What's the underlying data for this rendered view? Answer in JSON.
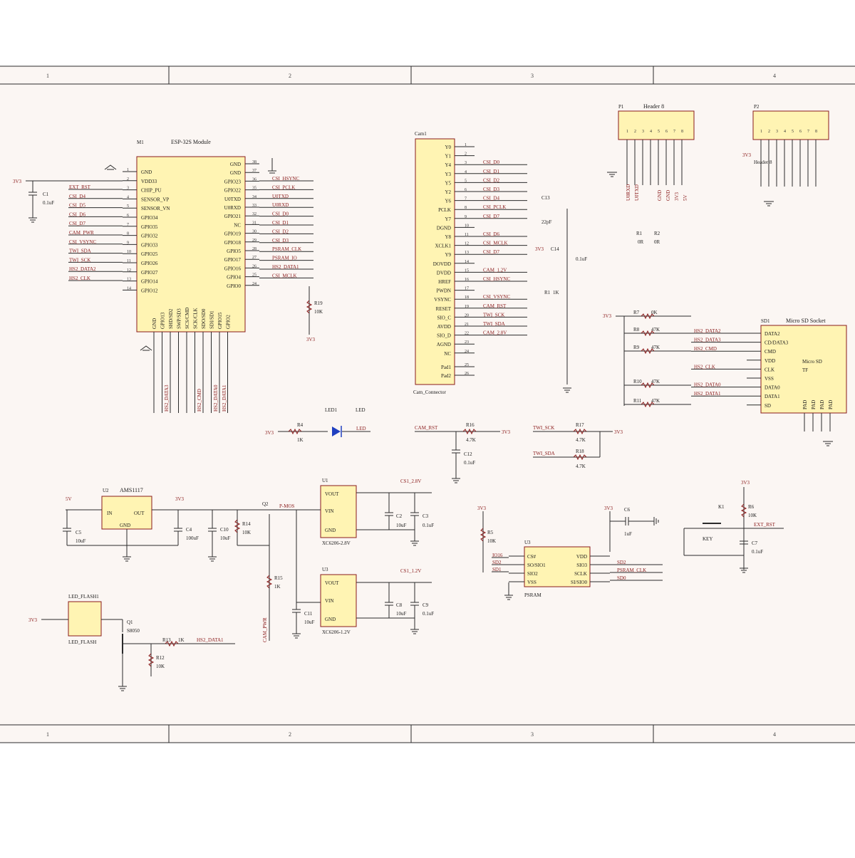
{
  "frame": {
    "columns": [
      "1",
      "2",
      "3",
      "4"
    ]
  },
  "colors": {
    "paper": "#fbf6f3",
    "ic_fill": "#fff4b3",
    "ic_border": "#8a1b1b",
    "wire": "#2b2b2b",
    "net_label": "#8a1b1b",
    "led": "#2040c0"
  },
  "esp32": {
    "ref": "M1",
    "title": "ESP-32S Module",
    "left_pins": [
      "GND",
      "VDD33",
      "CHIP_PU",
      "SENSOR_VP",
      "SENSOR_VN",
      "GPIO34",
      "GPIO35",
      "GPIO32",
      "GPIO33",
      "GPIO25",
      "GPIO26",
      "GPIO27",
      "GPIO14",
      "GPIO12"
    ],
    "left_nets": [
      "EXT_RST",
      "CSI_D4",
      "CSI_D5",
      "CSI_D6",
      "CSI_D7",
      "CAM_PWR",
      "CSI_VSYNC",
      "TWI_SDA",
      "TWI_SCK",
      "HS2_DATA2",
      "HS2_CLK"
    ],
    "right_pins": [
      "GND",
      "GND",
      "GPIO23",
      "GPIO22",
      "U0TXD",
      "U0RXD",
      "GPIO21",
      "NC",
      "GPIO19",
      "GPIO18",
      "GPIO5",
      "GPIO17",
      "GPIO16",
      "GPIO4",
      "GPIO0"
    ],
    "right_nets": [
      "CSI_HSYNC",
      "CSI_PCLK",
      "U0TXD",
      "U0RXD",
      "CSI_D0",
      "CSI_D1",
      "CSI_D2",
      "CSI_D3",
      "PSRAM_CLK",
      "PSRAM_IO",
      "HS2_DATA1",
      "CSI_MCLK"
    ],
    "bottom_pins": [
      "GND",
      "GPIO13",
      "SHD/SD2",
      "SWP/SD3",
      "SCS/CMD",
      "SCK/CLK",
      "SDO/SD0",
      "SDI/SD1",
      "GPIO15",
      "GPIO2"
    ],
    "bottom_nets": [
      "HS2_DATA3",
      "HS2_CMD",
      "HS2_DATA0",
      "HS2_DATA1"
    ],
    "cap_ref": "C1",
    "cap_val": "0.1uF",
    "supply": "3V3",
    "pullup_ref": "R19",
    "pullup_val": "10K"
  },
  "camera": {
    "ref": "Cam1",
    "footer": "Cam_Connector",
    "pins": [
      "Y0",
      "Y1",
      "Y4",
      "Y3",
      "Y5",
      "Y2",
      "Y6",
      "PCLK",
      "Y7",
      "DGND",
      "Y8",
      "XCLK1",
      "Y9",
      "DOVDD",
      "DVDD",
      "HREF",
      "PWDN",
      "VSYNC",
      "RESET",
      "SIO_C",
      "AVDD",
      "SIO_D",
      "AGND",
      "NC",
      "Pad1",
      "Pad2"
    ],
    "nets": [
      "CSI_D0",
      "CSI_D1",
      "CSI_D2",
      "CSI_D3",
      "CSI_D4",
      "CSI_PCLK",
      "CSI_D7",
      "CSI_D6",
      "CSI_MCLK",
      "CSI_D7",
      "CAM_1.2V",
      "CSI_HSYNC",
      "CSI_VSYNC",
      "CAM_RST",
      "TWI_SCK",
      "TWI_SDA",
      "CAM_2.8V"
    ],
    "c13": "C13",
    "c13_val": "22pF",
    "c14": "C14",
    "c14_val": "0.1uF",
    "r1_ref": "R1",
    "r1_val": "1K"
  },
  "header_p1": {
    "ref": "P1",
    "title": "Header 8",
    "r1": "R1",
    "r1_val": "0R",
    "r2": "R2",
    "r2_val": "0R",
    "nets": [
      "U0RXD",
      "U0TXD",
      "GND",
      "GND",
      "3V3",
      "5V"
    ]
  },
  "header_p2": {
    "ref": "P2",
    "supply": "3V3",
    "title": "Header 8"
  },
  "sd": {
    "ref": "SD1",
    "title": "Micro SD Socket",
    "pins": [
      "DATA2",
      "CD/DATA3",
      "CMD",
      "VDD",
      "CLK",
      "VSS",
      "DATA0",
      "DATA1",
      "SD"
    ],
    "side": [
      "Micro SD",
      "TF"
    ],
    "pads": [
      "PAD",
      "PAD",
      "PAD",
      "PAD"
    ],
    "nets": [
      "HS2_DATA2",
      "HS2_DATA3",
      "HS2_CMD",
      "HS2_CLK",
      "HS2_DATA0",
      "HS2_DATA1"
    ],
    "resistors": [
      {
        "ref": "R7",
        "val": "0K"
      },
      {
        "ref": "R8",
        "val": "47K"
      },
      {
        "ref": "R9",
        "val": "47K"
      },
      {
        "ref": "R10",
        "val": "47K"
      },
      {
        "ref": "R11",
        "val": "47K"
      }
    ],
    "supply": "3V3"
  },
  "led_section": {
    "supply": "3V3",
    "r_ref": "R4",
    "r_val": "1K",
    "led_ref": "LED1",
    "led_label": "LED",
    "net": "LED"
  },
  "cam_rst": {
    "net": "CAM_RST",
    "r_ref": "R16",
    "r_val": "4.7K",
    "c_ref": "C12",
    "c_val": "0.1uF",
    "supply": "3V3"
  },
  "twi": {
    "scl": "TWI_SCK",
    "sda": "TWI_SDA",
    "r17": "R17",
    "r17_val": "4.7K",
    "r18": "R18",
    "r18_val": "4.7K",
    "supply": "3V3"
  },
  "power": {
    "u2_ref": "U2",
    "u2_title": "AMS1117",
    "pin_in": "IN",
    "pin_out": "OUT",
    "pin_gnd": "GND",
    "in_supply": "5V",
    "out_supply": "3V3",
    "c5": "C5",
    "c5_val": "10uF",
    "c4": "C4",
    "c4_val": "100uF",
    "c10": "C10",
    "c10_val": "10uF",
    "q2": "Q2",
    "r14": "R14",
    "r14_val": "10K",
    "r15": "R15",
    "r15_val": "1K",
    "mosfet": "P-MOS",
    "cam_pwr": "CAM_PWR"
  },
  "ldo_top": {
    "ref": "U1",
    "pins": [
      "VOUT",
      "VIN",
      "GND"
    ],
    "part": "XC6206-2.8V",
    "out_net": "CS1_2.8V",
    "c_ref": "C2",
    "c_val": "10uF",
    "c2_ref": "C3",
    "c2_val": "0.1uF"
  },
  "ldo_bottom": {
    "ref": "U3",
    "pins": [
      "VOUT",
      "VIN",
      "GND"
    ],
    "part": "XC6206-1.2V",
    "out_net": "CS1_1.2V",
    "c_ref": "C8",
    "c_val": "10uF",
    "c2_ref": "C9",
    "c2_val": "0.1uF",
    "c11": "C11",
    "c11_val": "10uF"
  },
  "psram": {
    "ref": "U3",
    "footer": "PSRAM",
    "left_pins": [
      "CS#",
      "SO/SIO1",
      "SIO2",
      "VSS"
    ],
    "right_pins": [
      "VDD",
      "SIO3",
      "SCLK",
      "SI/SIO0"
    ],
    "left_nets": [
      "IO16",
      "SD2",
      "SD1"
    ],
    "right_nets": [
      "SD2",
      "PSRAM_CLK",
      "SD0"
    ],
    "r_ref": "R5",
    "r_val": "10K",
    "c_ref": "C6",
    "c_val": "1uF",
    "supply": "3V3"
  },
  "key": {
    "ref": "K1",
    "label": "KEY",
    "r_ref": "R6",
    "r_val": "10K",
    "c_ref": "C7",
    "c_val": "0.1uF",
    "net": "EXT_RST",
    "supply": "3V3"
  },
  "flash": {
    "ref": "LED_FLASH1",
    "footer": "LED_FLASH",
    "q_ref": "Q1",
    "q_part": "S8050",
    "r_ref": "R13",
    "r_val": "1K",
    "r2_ref": "R12",
    "r2_val": "10K",
    "net": "HS2_DATA1",
    "supply": "3V3"
  }
}
